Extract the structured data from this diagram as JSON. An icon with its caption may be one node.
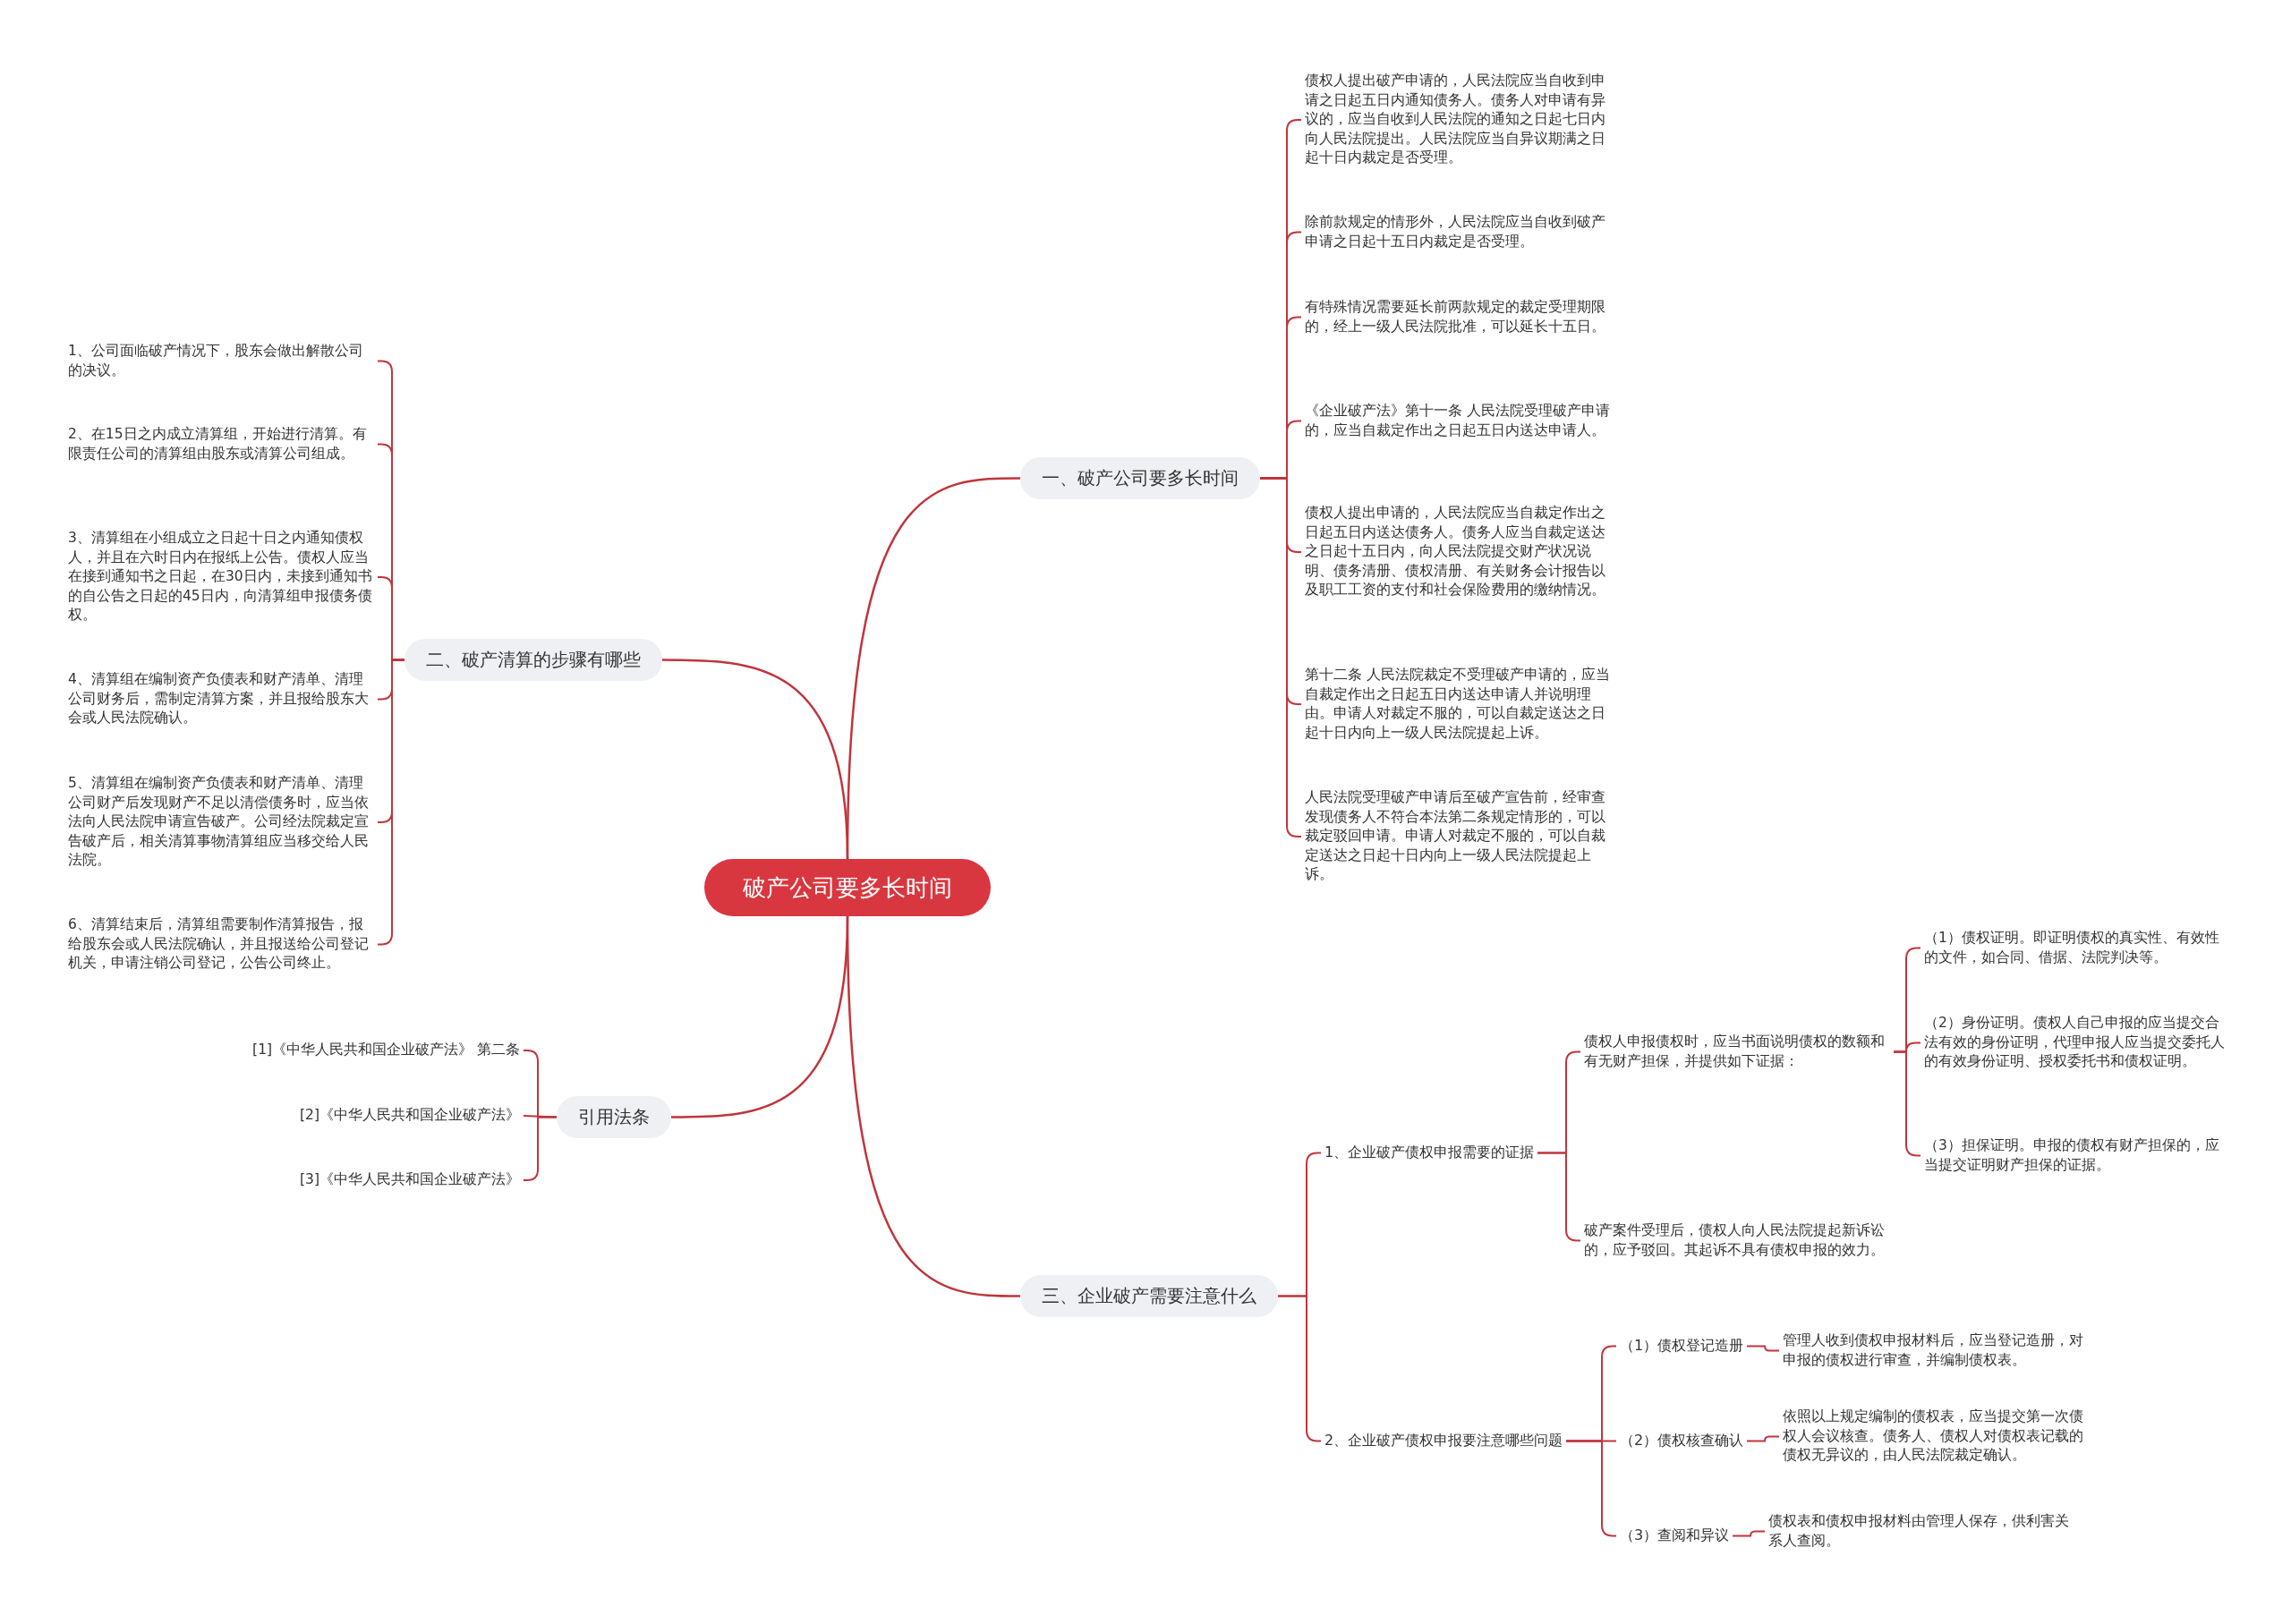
{
  "diagram": {
    "nodes": [
      {
        "text": [
          "破产公司要多长时间"
        ]
      },
      {
        "text": [
          "一、破产公司要多长时间"
        ]
      },
      {
        "text": [
          "债权人提出破产申请的，人民法院应当自收到申请之日起五日内通知债务人。债务人对申请有异议的，应当自收到人民法院的通知之日起七日内向人民法院提出。人民法院应当自异议期满之日起十日内裁定是否受理。"
        ]
      },
      {
        "text": [
          "除前款规定的情形外，人民法院应当自收到破产申请之日起十五日内裁定是否受理。"
        ]
      },
      {
        "text": [
          "有特殊情况需要延长前两款规定的裁定受理期限的，经上一级人民法院批准，可以延长十五日。"
        ]
      },
      {
        "text": [
          "《企业破产法》第十一条 人民法院受理破产申请的，应当自裁定作出之日起五日内送达申请人。"
        ]
      },
      {
        "text": [
          "债权人提出申请的，人民法院应当自裁定作出之日起五日内送达债务人。债务人应当自裁定送达之日起十五日内，向人民法院提交财产状况说明、债务清册、债权清册、有关财务会计报告以及职工工资的支付和社会保险费用的缴纳情况。"
        ]
      },
      {
        "text": [
          "第十二条 人民法院裁定不受理破产申请的，应当自裁定作出之日起五日内送达申请人并说明理由。申请人对裁定不服的，可以自裁定送达之日起十日内向上一级人民法院提起上诉。"
        ]
      },
      {
        "text": [
          "人民法院受理破产申请后至破产宣告前，经审查发现债务人不符合本法第二条规定情形的，可以裁定驳回申请。申请人对裁定不服的，可以自裁定送达之日起十日内向上一级人民法院提起上诉。"
        ]
      },
      {
        "text": [
          "二、破产清算的步骤有哪些"
        ]
      },
      {
        "text": [
          "1、公司面临破产情况下，股东会做出解散公司的决议。"
        ]
      },
      {
        "text": [
          "2、在15日之内成立清算组，开始进行清算。有限责任公司的清算组由股东或清算公司组成。"
        ]
      },
      {
        "text": [
          "3、清算组在小组成立之日起十日之内通知债权人，并且在六时日内在报纸上公告。债权人应当在接到通知书之日起，在30日内，未接到通知书的自公告之日起的45日内，向清算组申报债务债权。"
        ]
      },
      {
        "text": [
          "4、清算组在编制资产负债表和财产清单、清理公司财务后，需制定清算方案，并且报给股东大会或人民法院确认。"
        ]
      },
      {
        "text": [
          "5、清算组在编制资产负债表和财产清单、清理公司财产后发现财产不足以清偿债务时，应当依法向人民法院申请宣告破产。公司经法院裁定宣告破产后，相关清算事物清算组应当移交给人民法院。"
        ]
      },
      {
        "text": [
          "6、清算结束后，清算组需要制作清算报告，报给股东会或人民法院确认，并且报送给公司登记机关，申请注销公司登记，公告公司终止。"
        ]
      },
      {
        "text": [
          "引用法条"
        ]
      },
      {
        "text": [
          "[1]《中华人民共和国企业破产法》 第二条"
        ]
      },
      {
        "text": [
          "[2]《中华人民共和国企业破产法》"
        ]
      },
      {
        "text": [
          "[3]《中华人民共和国企业破产法》"
        ]
      },
      {
        "text": [
          "三、企业破产需要注意什么"
        ]
      },
      {
        "text": [
          "1、企业破产债权申报需要的证据"
        ]
      },
      {
        "text": [
          "债权人申报债权时，应当书面说明债权的数额和有无财产担保，并提供如下证据："
        ]
      },
      {
        "text": [
          "（1）债权证明。即证明债权的真实性、有效性的文件，如合同、借据、法院判决等。"
        ]
      },
      {
        "text": [
          "（2）身份证明。债权人自己申报的应当提交合法有效的身份证明，代理申报人应当提交委托人的有效身份证明、授权委托书和债权证明。"
        ]
      },
      {
        "text": [
          "（3）担保证明。申报的债权有财产担保的，应当提交证明财产担保的证据。"
        ]
      },
      {
        "text": [
          "破产案件受理后，债权人向人民法院提起新诉讼的，应予驳回。其起诉不具有债权申报的效力。"
        ]
      },
      {
        "text": [
          "2、企业破产债权申报要注意哪些问题"
        ]
      },
      {
        "text": [
          "（1）债权登记造册"
        ]
      },
      {
        "text": [
          "管理人收到债权申报材料后，应当登记造册，对申报的债权进行审查，并编制债权表。"
        ]
      },
      {
        "text": [
          "（2）债权核查确认"
        ]
      },
      {
        "text": [
          "依照以上规定编制的债权表，应当提交第一次债权人会议核查。债务人、债权人对债权表记载的债权无异议的，由人民法院裁定确认。"
        ]
      },
      {
        "text": [
          "（3）查阅和异议"
        ]
      },
      {
        "text": [
          "债权表和债权申报材料由管理人保存，供利害关系人查阅。"
        ]
      }
    ],
    "edges": [
      {
        "from": 0,
        "to": 1,
        "arrow": "none"
      },
      {
        "from": 0,
        "to": 9,
        "arrow": "none"
      },
      {
        "from": 0,
        "to": 16,
        "arrow": "none"
      },
      {
        "from": 0,
        "to": 20,
        "arrow": "none"
      },
      {
        "from": 1,
        "to": 2,
        "arrow": "none"
      },
      {
        "from": 1,
        "to": 3,
        "arrow": "none"
      },
      {
        "from": 1,
        "to": 4,
        "arrow": "none"
      },
      {
        "from": 1,
        "to": 5,
        "arrow": "none"
      },
      {
        "from": 1,
        "to": 6,
        "arrow": "none"
      },
      {
        "from": 1,
        "to": 7,
        "arrow": "none"
      },
      {
        "from": 1,
        "to": 8,
        "arrow": "none"
      },
      {
        "from": 9,
        "to": 10,
        "arrow": "none"
      },
      {
        "from": 9,
        "to": 11,
        "arrow": "none"
      },
      {
        "from": 9,
        "to": 12,
        "arrow": "none"
      },
      {
        "from": 9,
        "to": 13,
        "arrow": "none"
      },
      {
        "from": 9,
        "to": 14,
        "arrow": "none"
      },
      {
        "from": 9,
        "to": 15,
        "arrow": "none"
      },
      {
        "from": 16,
        "to": 17,
        "arrow": "none"
      },
      {
        "from": 16,
        "to": 18,
        "arrow": "none"
      },
      {
        "from": 16,
        "to": 19,
        "arrow": "none"
      },
      {
        "from": 20,
        "to": 21,
        "arrow": "none"
      },
      {
        "from": 20,
        "to": 27,
        "arrow": "none"
      },
      {
        "from": 21,
        "to": 22,
        "arrow": "none"
      },
      {
        "from": 21,
        "to": 26,
        "arrow": "none"
      },
      {
        "from": 22,
        "to": 23,
        "arrow": "none"
      },
      {
        "from": 22,
        "to": 24,
        "arrow": "none"
      },
      {
        "from": 22,
        "to": 25,
        "arrow": "none"
      },
      {
        "from": 27,
        "to": 28,
        "arrow": "none"
      },
      {
        "from": 27,
        "to": 30,
        "arrow": "none"
      },
      {
        "from": 27,
        "to": 32,
        "arrow": "none"
      },
      {
        "from": 28,
        "to": 29,
        "arrow": "none"
      },
      {
        "from": 30,
        "to": 31,
        "arrow": "none"
      },
      {
        "from": 32,
        "to": 33,
        "arrow": "none"
      }
    ]
  }
}
